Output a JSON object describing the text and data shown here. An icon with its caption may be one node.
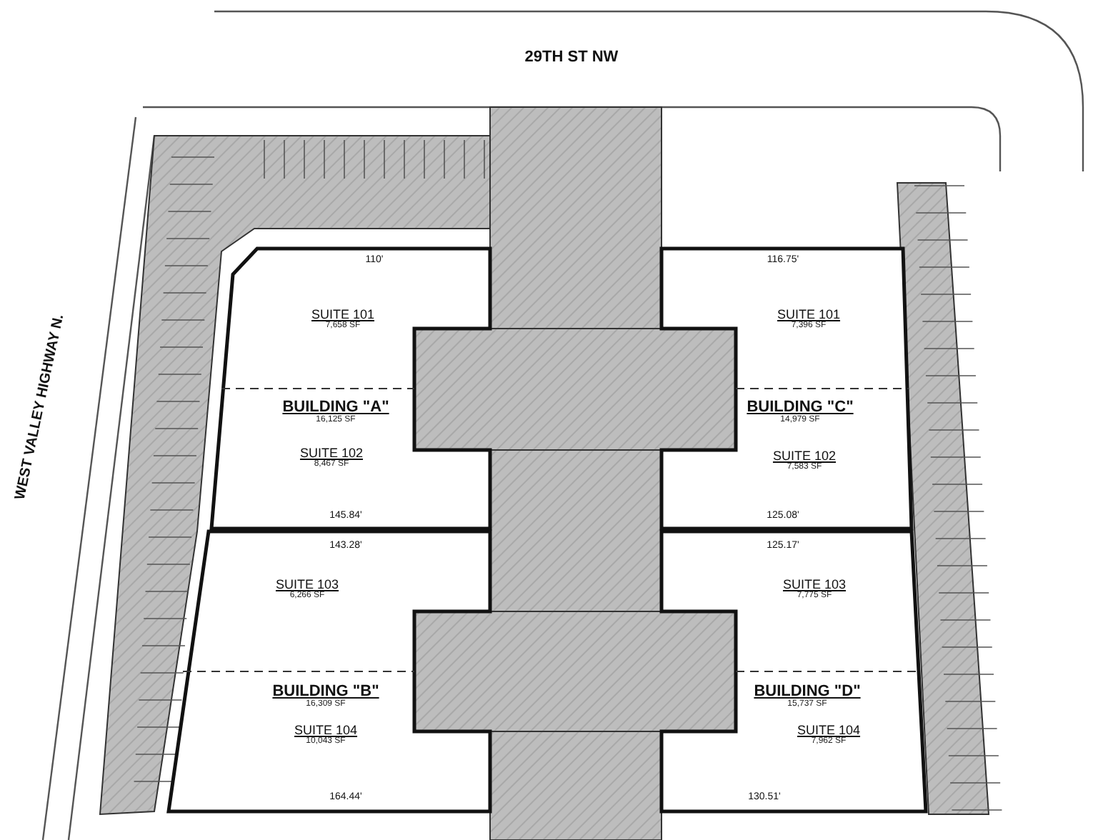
{
  "diagram": {
    "nodes": [
      {
        "text": [
          "BUILDING \"A\"",
          "16,125 SF"
        ]
      },
      {
        "text": [
          "SUITE 101",
          "7,658 SF"
        ],
        "in": 0
      },
      {
        "text": [
          "SUITE 102",
          "8,467 SF"
        ],
        "in": 0
      },
      {
        "text": [
          "BUILDING \"C\"",
          "14,979 SF"
        ]
      },
      {
        "text": [
          "SUITE 101",
          "7,396 SF"
        ],
        "in": 3
      },
      {
        "text": [
          "SUITE 102",
          "7,583 SF"
        ],
        "in": 3
      },
      {
        "text": [
          "BUILDING \"B\"",
          "16,309 SF"
        ]
      },
      {
        "text": [
          "SUITE 103",
          "6,266 SF"
        ],
        "in": 6
      },
      {
        "text": [
          "SUITE 104",
          "10,043 SF"
        ],
        "in": 6
      },
      {
        "text": [
          "BUILDING \"D\"",
          "15,737 SF"
        ]
      },
      {
        "text": [
          "SUITE 103",
          "7,775 SF"
        ],
        "in": 9
      },
      {
        "text": [
          "SUITE 104",
          "7,962 SF"
        ],
        "in": 9
      }
    ],
    "labels": [
      "29TH ST NW",
      "WEST VALLEY HIGHWAY N.",
      "110'",
      "116.75'",
      "145.84'",
      "143.28'",
      "125.08'",
      "125.17'",
      "164.44'",
      "130.51'"
    ]
  }
}
